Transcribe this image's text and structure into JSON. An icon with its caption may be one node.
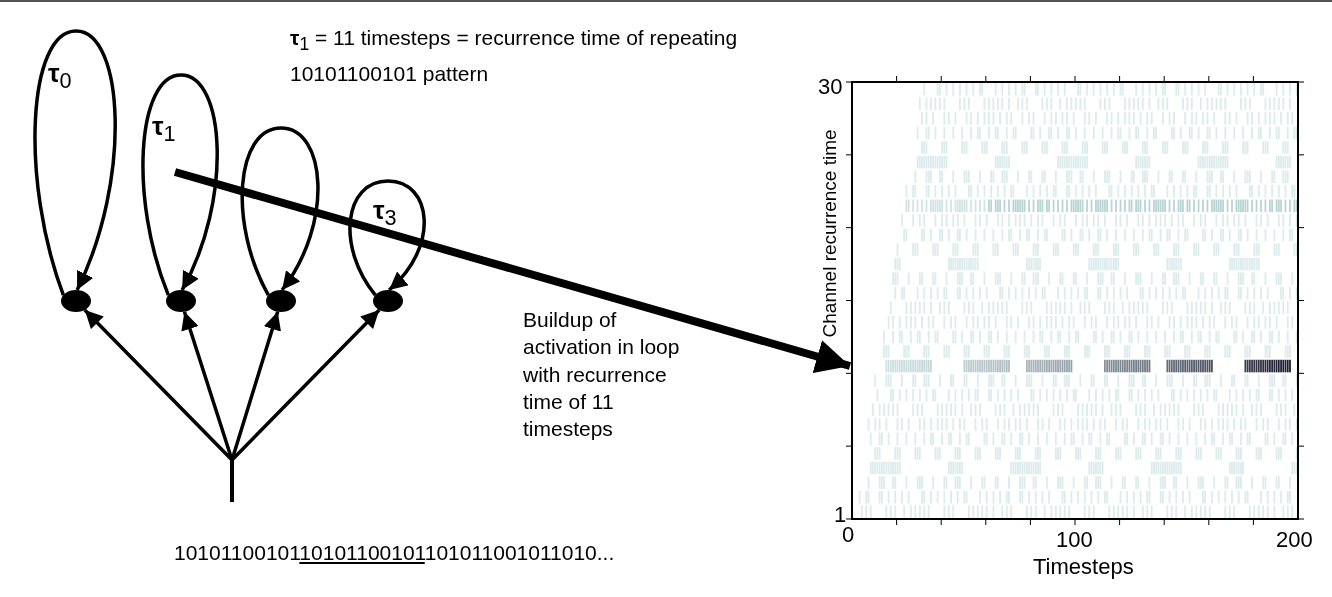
{
  "diagram": {
    "nodes": [
      {
        "text": [],
        "shape": "circle"
      },
      {
        "text": [],
        "shape": "circle"
      },
      {
        "text": [],
        "shape": "circle"
      },
      {
        "text": [],
        "shape": "circle"
      },
      {
        "text": [
          "1010110010110101100101101011001011010..."
        ]
      },
      {
        "text": [],
        "shape": "picture"
      }
    ],
    "edges": [
      {
        "from": 0,
        "to": 0,
        "arrow": "to",
        "label": "**τ**$_{0}$"
      },
      {
        "from": 1,
        "to": 1,
        "arrow": "to",
        "label": "**τ**$_{1}$"
      },
      {
        "from": 2,
        "to": 2,
        "arrow": "to"
      },
      {
        "from": 3,
        "to": 3,
        "arrow": "to",
        "label": "**τ**$_{3}$"
      },
      {
        "from": 4,
        "to": 0,
        "arrow": "to"
      },
      {
        "from": 4,
        "to": 1,
        "arrow": "to"
      },
      {
        "from": 4,
        "to": 2,
        "arrow": "to"
      },
      {
        "from": 4,
        "to": 3,
        "arrow": "to"
      },
      {
        "from": null,
        "to": 5,
        "arrow": "to",
        "style": "thick",
        "label": "Buildup of activation in loop with recurrence time of 11 timesteps"
      }
    ],
    "labels": [
      "**τ**$_{1}$ = 11 timesteps = recurrence time of repeating 10101100101 pattern",
      "30",
      "1",
      "0",
      "100",
      "200",
      "Timesteps",
      "Channel recurrence time"
    ]
  }
}
